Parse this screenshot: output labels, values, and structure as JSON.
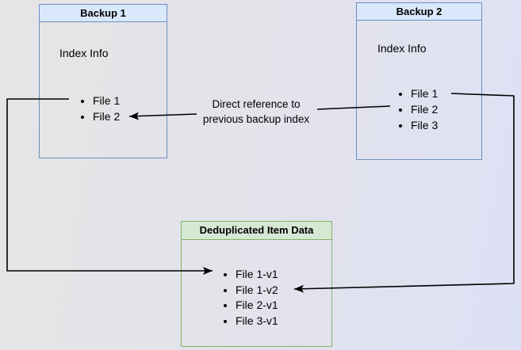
{
  "boxes": {
    "backup1": {
      "title": "Backup 1",
      "section_label": "Index Info",
      "items": [
        "File 1",
        "File 2"
      ]
    },
    "backup2": {
      "title": "Backup 2",
      "section_label": "Index Info",
      "items": [
        "File 1",
        "File 2",
        "File 3"
      ]
    },
    "dedup": {
      "title": "Deduplicated Item Data",
      "items": [
        "File 1-v1",
        "File 1-v2",
        "File 2-v1",
        "File 3-v1"
      ]
    }
  },
  "annotation": {
    "line1": "Direct reference to",
    "line2": "previous backup index"
  },
  "connectors": [
    {
      "id": "direct-reference",
      "from": "Backup 2 / File 2",
      "to": "Backup 1 / File 2",
      "label": "Direct reference to previous backup index"
    },
    {
      "id": "backup1-file1-to-dedup",
      "from": "Backup 1 / File 1",
      "to": "Deduplicated Item Data / File 1-v1",
      "label": ""
    },
    {
      "id": "backup2-file1-to-dedup",
      "from": "Backup 2 / File 1",
      "to": "Deduplicated Item Data / File 1-v2",
      "label": ""
    }
  ],
  "colors": {
    "backup_box_border": "#6c8ebf",
    "backup_box_header_fill": "#dae8fc",
    "dedup_box_border": "#82b366",
    "dedup_box_header_fill": "#d5e8d4",
    "arrow": "#000000",
    "text": "#000000"
  }
}
